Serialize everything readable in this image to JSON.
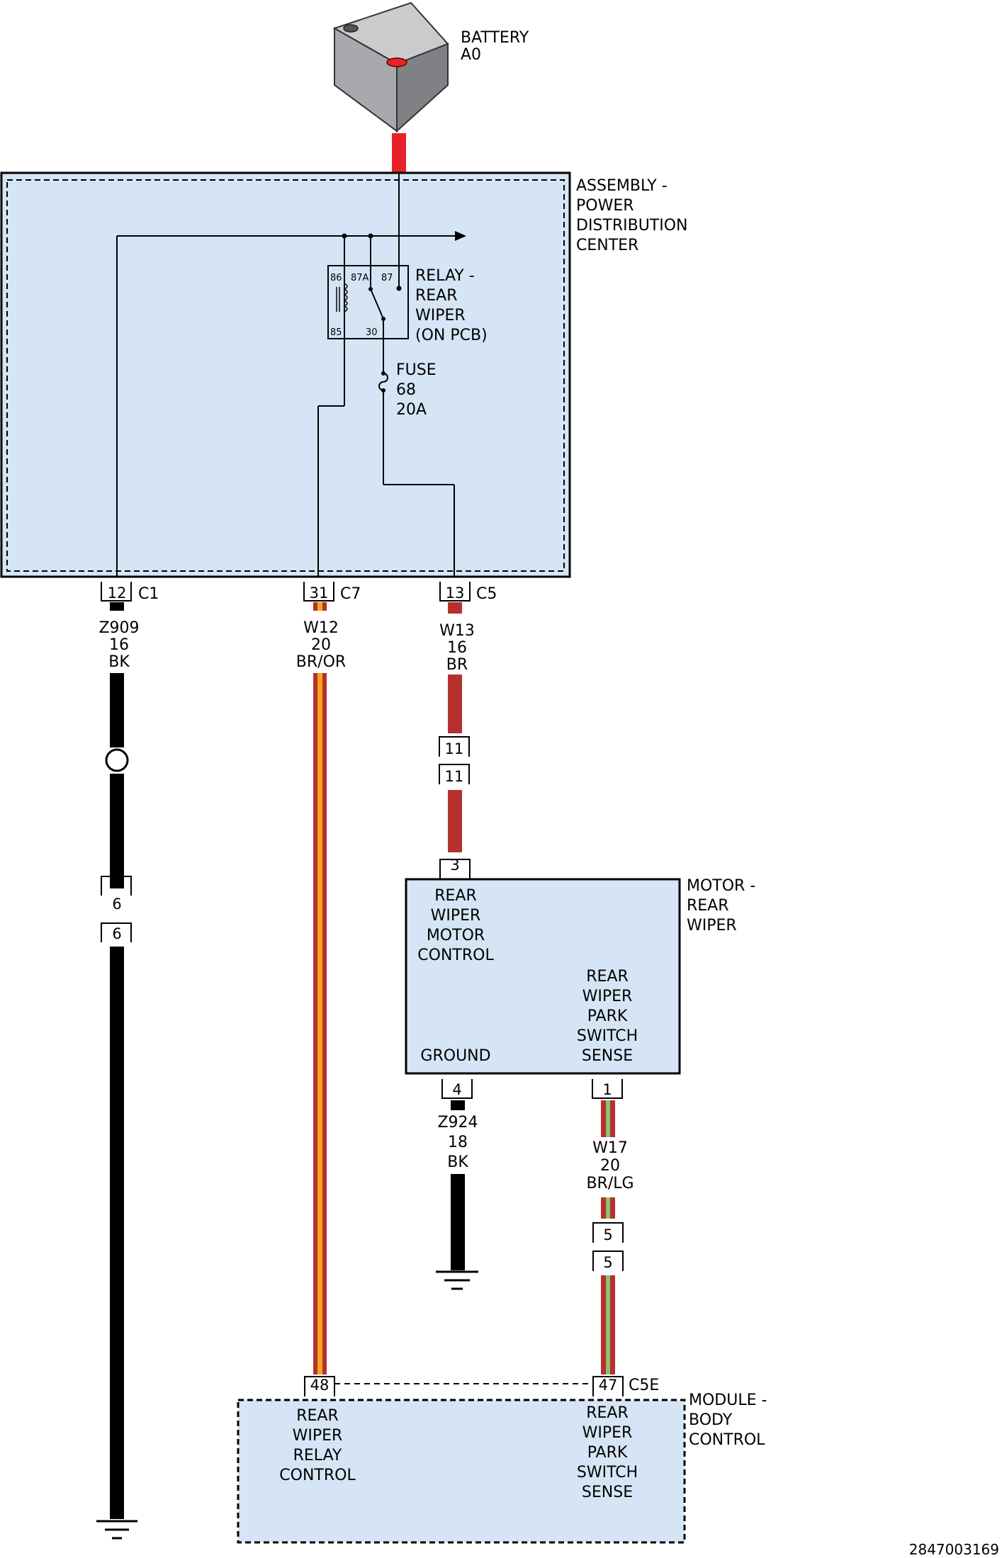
{
  "battery": {
    "name": "BATTERY",
    "id": "A0"
  },
  "pdc": {
    "label": [
      "ASSEMBLY -",
      "POWER",
      "DISTRIBUTION",
      "CENTER"
    ]
  },
  "relay": {
    "label": [
      "RELAY -",
      "REAR",
      "WIPER",
      "(ON PCB)"
    ],
    "pins": {
      "p86": "86",
      "p87a": "87A",
      "p87": "87",
      "p85": "85",
      "p30": "30"
    }
  },
  "fuse": {
    "label": [
      "FUSE",
      "68",
      "20A"
    ]
  },
  "pdc_connectors": {
    "c1": {
      "pin": "12",
      "name": "C1"
    },
    "c7": {
      "pin": "31",
      "name": "C7"
    },
    "c5": {
      "pin": "13",
      "name": "C5"
    }
  },
  "wires": {
    "z909": {
      "circuit": "Z909",
      "gauge": "16",
      "color": "BK",
      "hex": "#000000"
    },
    "w12": {
      "circuit": "W12",
      "gauge": "20",
      "color": "BR/OR",
      "hex": "#b5302f",
      "tracer_hex": "#f5a51c"
    },
    "w13": {
      "circuit": "W13",
      "gauge": "16",
      "color": "BR",
      "hex": "#b5302f"
    },
    "z924": {
      "circuit": "Z924",
      "gauge": "18",
      "color": "BK",
      "hex": "#000000"
    },
    "w17": {
      "circuit": "W17",
      "gauge": "20",
      "color": "BR/LG",
      "hex": "#b5302f",
      "tracer_hex": "#8fc06a"
    }
  },
  "inline": {
    "w13_top": "11",
    "w13_bottom": "11",
    "z909_top": "6",
    "z909_bottom": "6",
    "w17_top": "5",
    "w17_bottom": "5"
  },
  "motor": {
    "label": [
      "MOTOR -",
      "REAR",
      "WIPER"
    ],
    "func_control": [
      "REAR",
      "WIPER",
      "MOTOR",
      "CONTROL"
    ],
    "func_park": [
      "REAR",
      "WIPER",
      "PARK",
      "SWITCH",
      "SENSE"
    ],
    "func_ground": "GROUND",
    "pin_top": "3",
    "pin_ground": "4",
    "pin_sense": "1"
  },
  "bcm": {
    "label": [
      "MODULE -",
      "BODY",
      "CONTROL"
    ],
    "connector": "C5E",
    "pin_relay": "48",
    "pin_sense": "47",
    "func_relay": [
      "REAR",
      "WIPER",
      "RELAY",
      "CONTROL"
    ],
    "func_park": [
      "REAR",
      "WIPER",
      "PARK",
      "SWITCH",
      "SENSE"
    ]
  },
  "colors": {
    "box_fill": "#d6e5f5",
    "battery_feed": "#e8222a",
    "battery_body": "#a7a9ac"
  },
  "figure_id": "2847003169"
}
